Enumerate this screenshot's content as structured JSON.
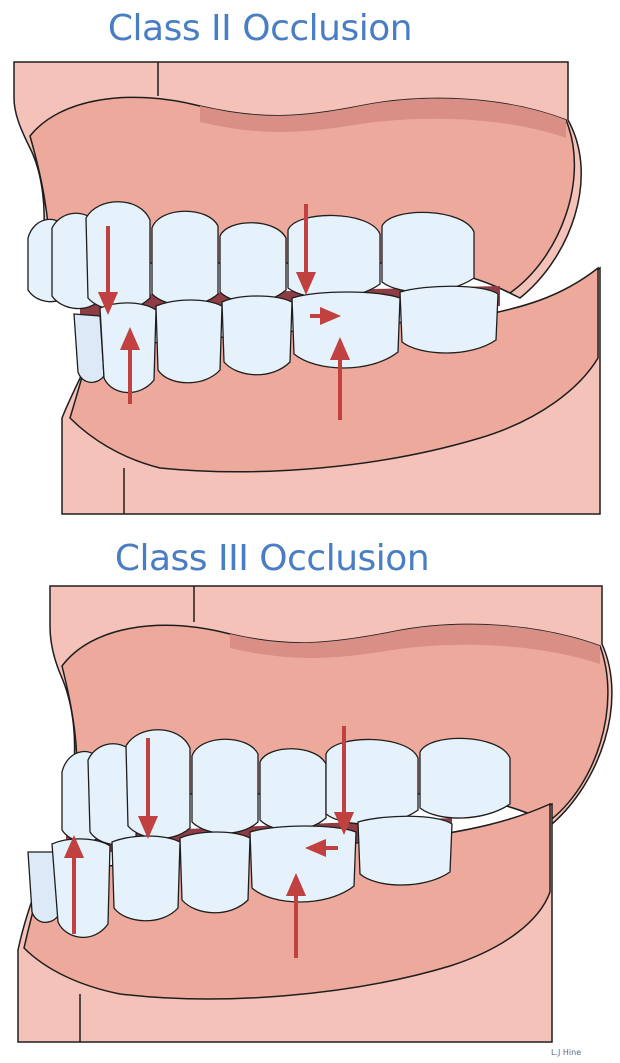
{
  "figure": {
    "diagrams": [
      {
        "title": "Class II Occlusion"
      },
      {
        "title": "Class III Occlusion"
      }
    ],
    "credit": "L.J Hine"
  },
  "colors": {
    "title": "#4a7ec4",
    "gum": "#eea99d",
    "gum_dark": "#d98f86",
    "tooth": "#e6f2fb",
    "tooth_outline": "#1e1e1e",
    "arrow": "#c0413f",
    "shadow": "#8f3d45"
  }
}
